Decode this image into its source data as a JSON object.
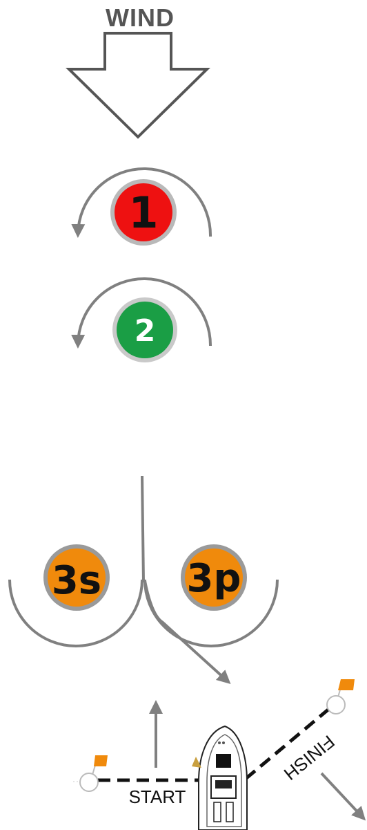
{
  "wind": {
    "label": "WIND"
  },
  "marks": [
    {
      "id": "1",
      "label": "1",
      "fill": "#ee1111",
      "text_color": "#111111"
    },
    {
      "id": "2",
      "label": "2",
      "fill": "#1a9e45",
      "text_color": "#ffffff"
    },
    {
      "id": "3s",
      "label": "3s",
      "fill": "#f08a0c",
      "text_color": "#111111"
    },
    {
      "id": "3p",
      "label": "3p",
      "fill": "#f08a0c",
      "text_color": "#111111"
    }
  ],
  "lines": {
    "start_label": "START",
    "finish_label": "FINISH"
  },
  "colors": {
    "track": "#808080",
    "mark_ring": "#b0b0b0",
    "flag": "#f08a0c",
    "arrow_outline": "#555555"
  }
}
